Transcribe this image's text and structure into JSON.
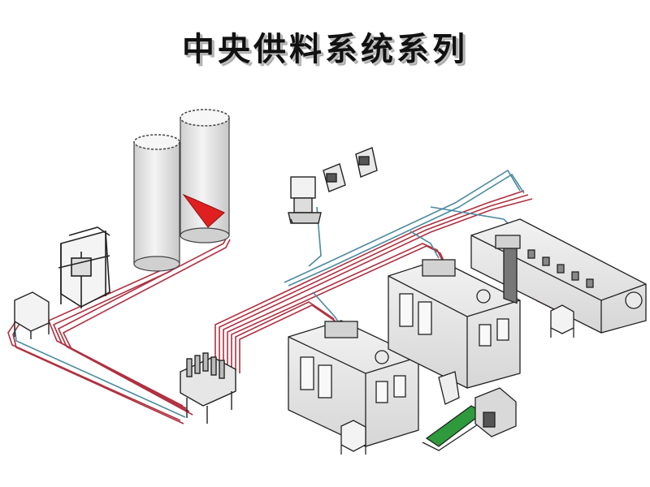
{
  "title": "中央供料系统系列",
  "colors": {
    "background": "#ffffff",
    "line_outline": "#333333",
    "pipe_red": "#b03040",
    "pipe_blue": "#4a8aa0",
    "machine_fill": "#e8e8e8",
    "silo_fill": "#e6e6e6",
    "cone_red": "#e02020",
    "conveyor_green": "#2e9a3c"
  },
  "components": [
    {
      "name": "storage-silo",
      "count": 2
    },
    {
      "name": "bag-unloading-station",
      "count": 1
    },
    {
      "name": "material-box",
      "count": 3
    },
    {
      "name": "dryer-unit",
      "count": 1
    },
    {
      "name": "control-panel",
      "count": 2
    },
    {
      "name": "distribution-station",
      "count": 1
    },
    {
      "name": "extrusion-line",
      "count": 3
    },
    {
      "name": "crusher-conveyor",
      "count": 1
    }
  ]
}
